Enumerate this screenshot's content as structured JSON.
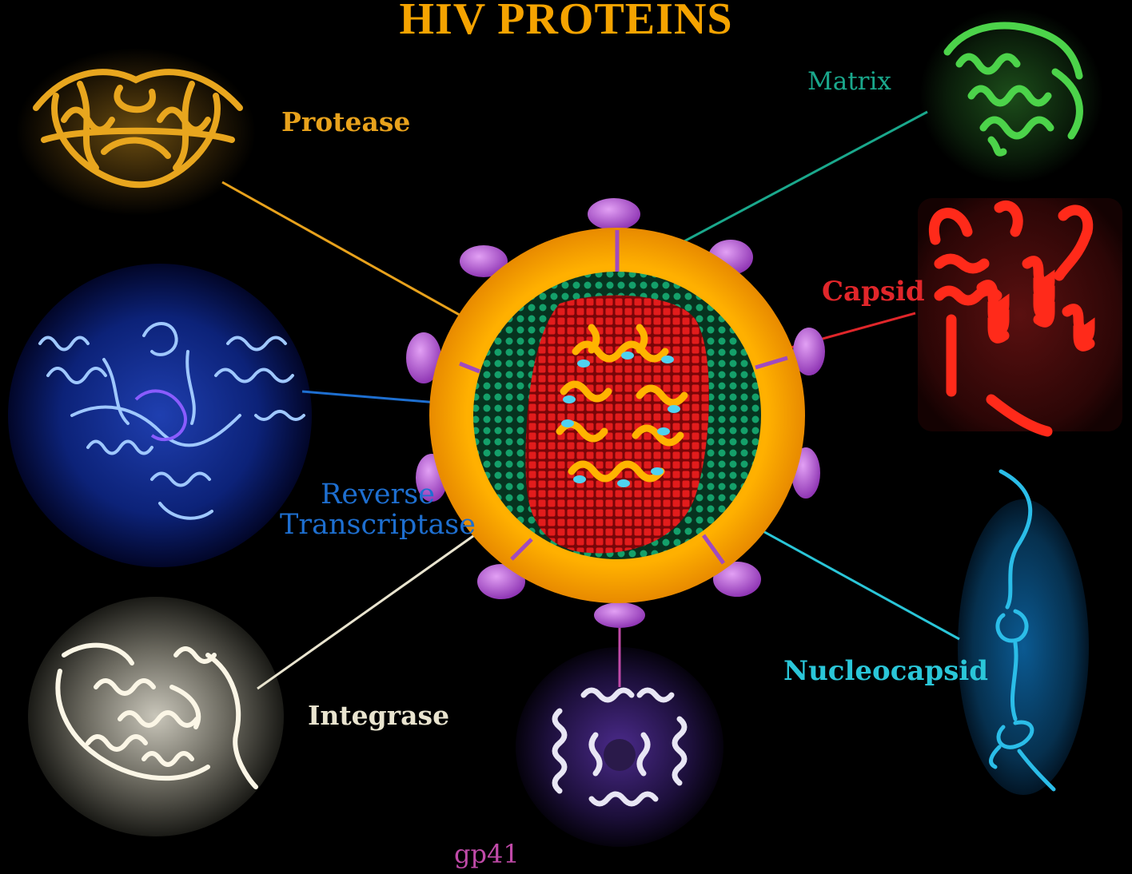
{
  "title": "HIV PROTEINS",
  "colors": {
    "title": "#f5a300",
    "protease": "#e8a21c",
    "matrix": "#1aa88c",
    "capsid": "#e0262a",
    "reverse_transcriptase": "#1e6fd0",
    "integrase": "#e9e4cf",
    "nucleocapsid": "#2ac6d8",
    "gp41": "#c04aa8",
    "virion_shell": "#f5a000",
    "virion_spike": "#b05ad0",
    "matrix_layer": "#0f6b4a",
    "capsid_core": "#c0121a"
  },
  "labels": {
    "protease": "Protease",
    "matrix": "Matrix",
    "capsid": "Capsid",
    "reverse_transcriptase_line1": "Reverse",
    "reverse_transcriptase_line2": "Transcriptase",
    "integrase": "Integrase",
    "nucleocapsid": "Nucleocapsid",
    "gp41": "gp41"
  }
}
